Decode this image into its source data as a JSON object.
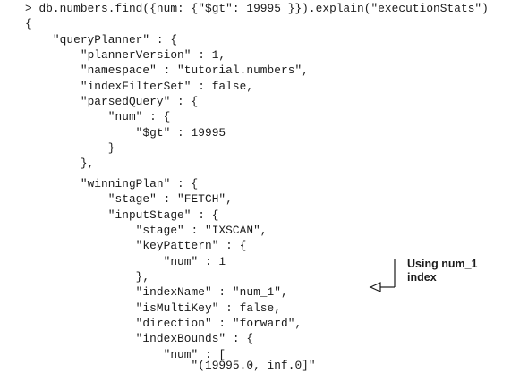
{
  "shell": {
    "prompt": ">",
    "command": "db.numbers.find({num: {\"$gt\": 19995 }}).explain(\"executionStats\")"
  },
  "output_lines": [
    "{",
    "    \"queryPlanner\" : {",
    "        \"plannerVersion\" : 1,",
    "        \"namespace\" : \"tutorial.numbers\",",
    "        \"indexFilterSet\" : false,",
    "        \"parsedQuery\" : {",
    "            \"num\" : {",
    "                \"$gt\" : 19995",
    "            }",
    "        },",
    "",
    "        \"winningPlan\" : {",
    "            \"stage\" : \"FETCH\",",
    "            \"inputStage\" : {",
    "                \"stage\" : \"IXSCAN\",",
    "                \"keyPattern\" : {",
    "                    \"num\" : 1",
    "                },",
    "                \"indexName\" : \"num_1\",",
    "                \"isMultiKey\" : false,",
    "                \"direction\" : \"forward\",",
    "                \"indexBounds\" : {",
    "                    \"num\" : [",
    "                        \"(19995.0, inf.0]\""
  ],
  "annotation": {
    "line1": "Using num_1",
    "line2": "index"
  }
}
